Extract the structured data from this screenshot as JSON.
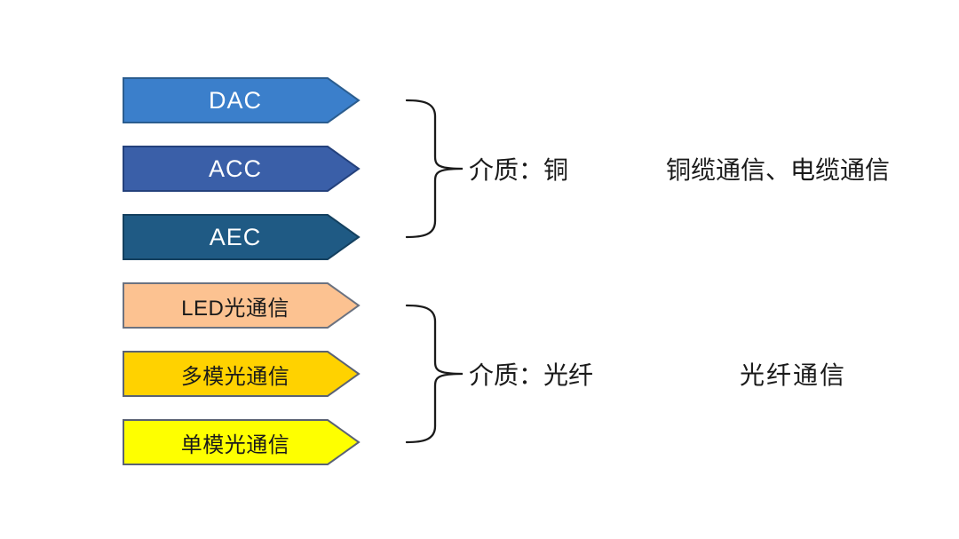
{
  "canvas": {
    "background": "#ffffff",
    "brace_color": "#1a1a1a"
  },
  "arrows": [
    {
      "label": "DAC",
      "fill": "#3B7FCB",
      "border": "#2B5D8F",
      "text_color": "#ffffff"
    },
    {
      "label": "ACC",
      "fill": "#3A5FA8",
      "border": "#24417C",
      "text_color": "#ffffff"
    },
    {
      "label": "AEC",
      "fill": "#1F5A84",
      "border": "#14405F",
      "text_color": "#ffffff"
    },
    {
      "label": "LED光通信",
      "fill": "#FCC291",
      "border": "#6B7280",
      "text_color": "#1a1a1a"
    },
    {
      "label": "多模光通信",
      "fill": "#FFD200",
      "border": "#5A6275",
      "text_color": "#1a1a1a"
    },
    {
      "label": "单模光通信",
      "fill": "#FEFF00",
      "border": "#5A6275",
      "text_color": "#1a1a1a"
    }
  ],
  "groups": [
    {
      "medium_label": "介质：铜",
      "annotation": "铜缆通信、电缆通信"
    },
    {
      "medium_label": "介质：光纤",
      "annotation": "光纤通信"
    }
  ]
}
